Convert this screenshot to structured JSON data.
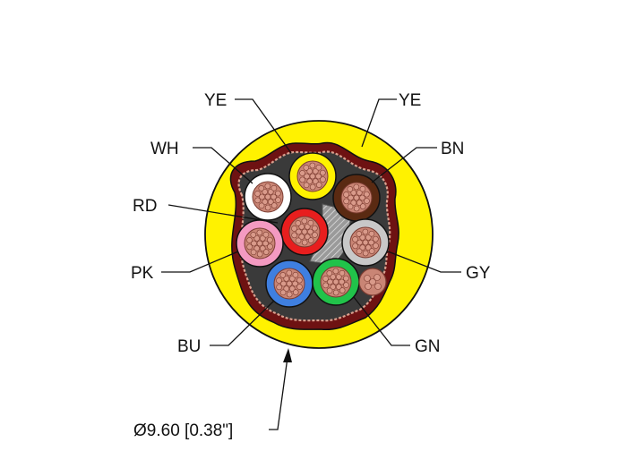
{
  "labels": {
    "ye_left": "YE",
    "ye_right": "YE",
    "wh": "WH",
    "bn": "BN",
    "rd": "RD",
    "pk": "PK",
    "gy": "GY",
    "bu": "BU",
    "gn": "GN"
  },
  "dimension": "Ø9.60 [0.38\"]",
  "colors": {
    "jacket": "#FFF200",
    "braid": "#8B1A1A",
    "core_fill": "#2B2B2B",
    "copper": "#C98575",
    "conductors": {
      "ye": "#FFF200",
      "wh": "#FFFFFF",
      "bn": "#5A2A12",
      "rd": "#E81E1E",
      "pk": "#F49AC1",
      "gy": "#C8C8C8",
      "bu": "#3F7FE0",
      "gn": "#21C34A",
      "filler": "#9E9E9E"
    }
  }
}
